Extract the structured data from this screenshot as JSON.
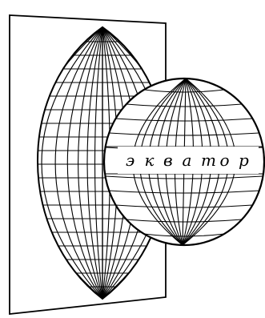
{
  "diagram": {
    "equator_label": [
      "э",
      "к",
      "в",
      "а",
      "т",
      "о",
      "р"
    ]
  }
}
